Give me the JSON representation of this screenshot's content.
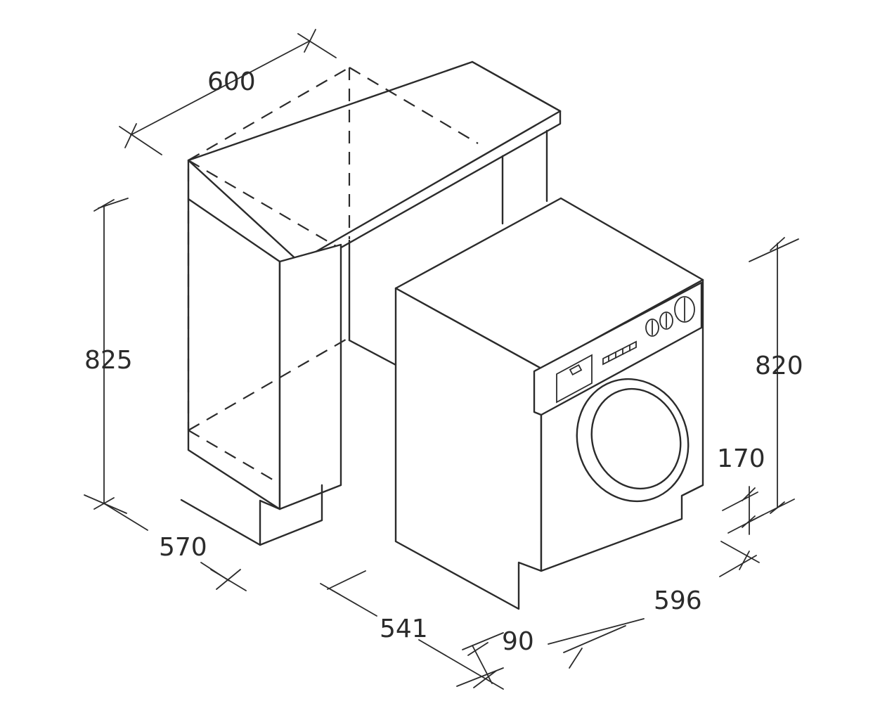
{
  "dimensions": {
    "cabinet_width": "600",
    "cabinet_height": "825",
    "cabinet_depth": "570",
    "machine_depth": "541",
    "door_offset": "90",
    "machine_width": "596",
    "machine_height": "820",
    "plinth_height": "170"
  }
}
